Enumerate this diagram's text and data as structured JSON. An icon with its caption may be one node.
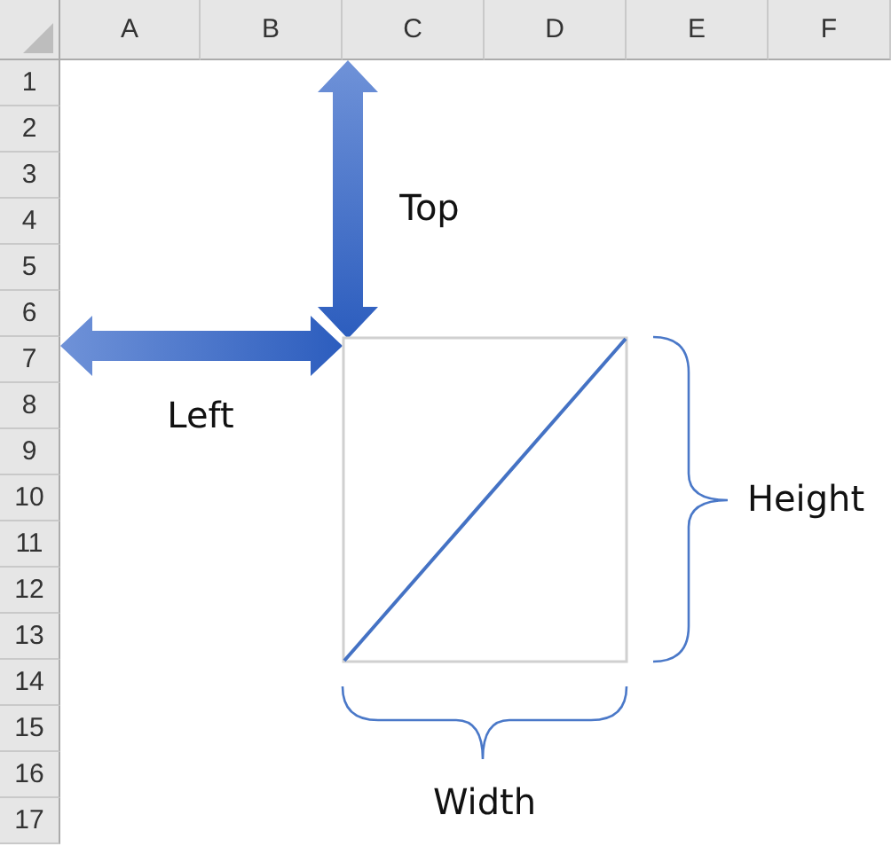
{
  "diagram": {
    "labels": [
      "A",
      "B",
      "C",
      "D",
      "E",
      "F",
      "1",
      "2",
      "3",
      "4",
      "5",
      "6",
      "7",
      "8",
      "9",
      "10",
      "11",
      "12",
      "13",
      "14",
      "15",
      "16",
      "17",
      "Top",
      "Left",
      "Height",
      "Width"
    ]
  }
}
